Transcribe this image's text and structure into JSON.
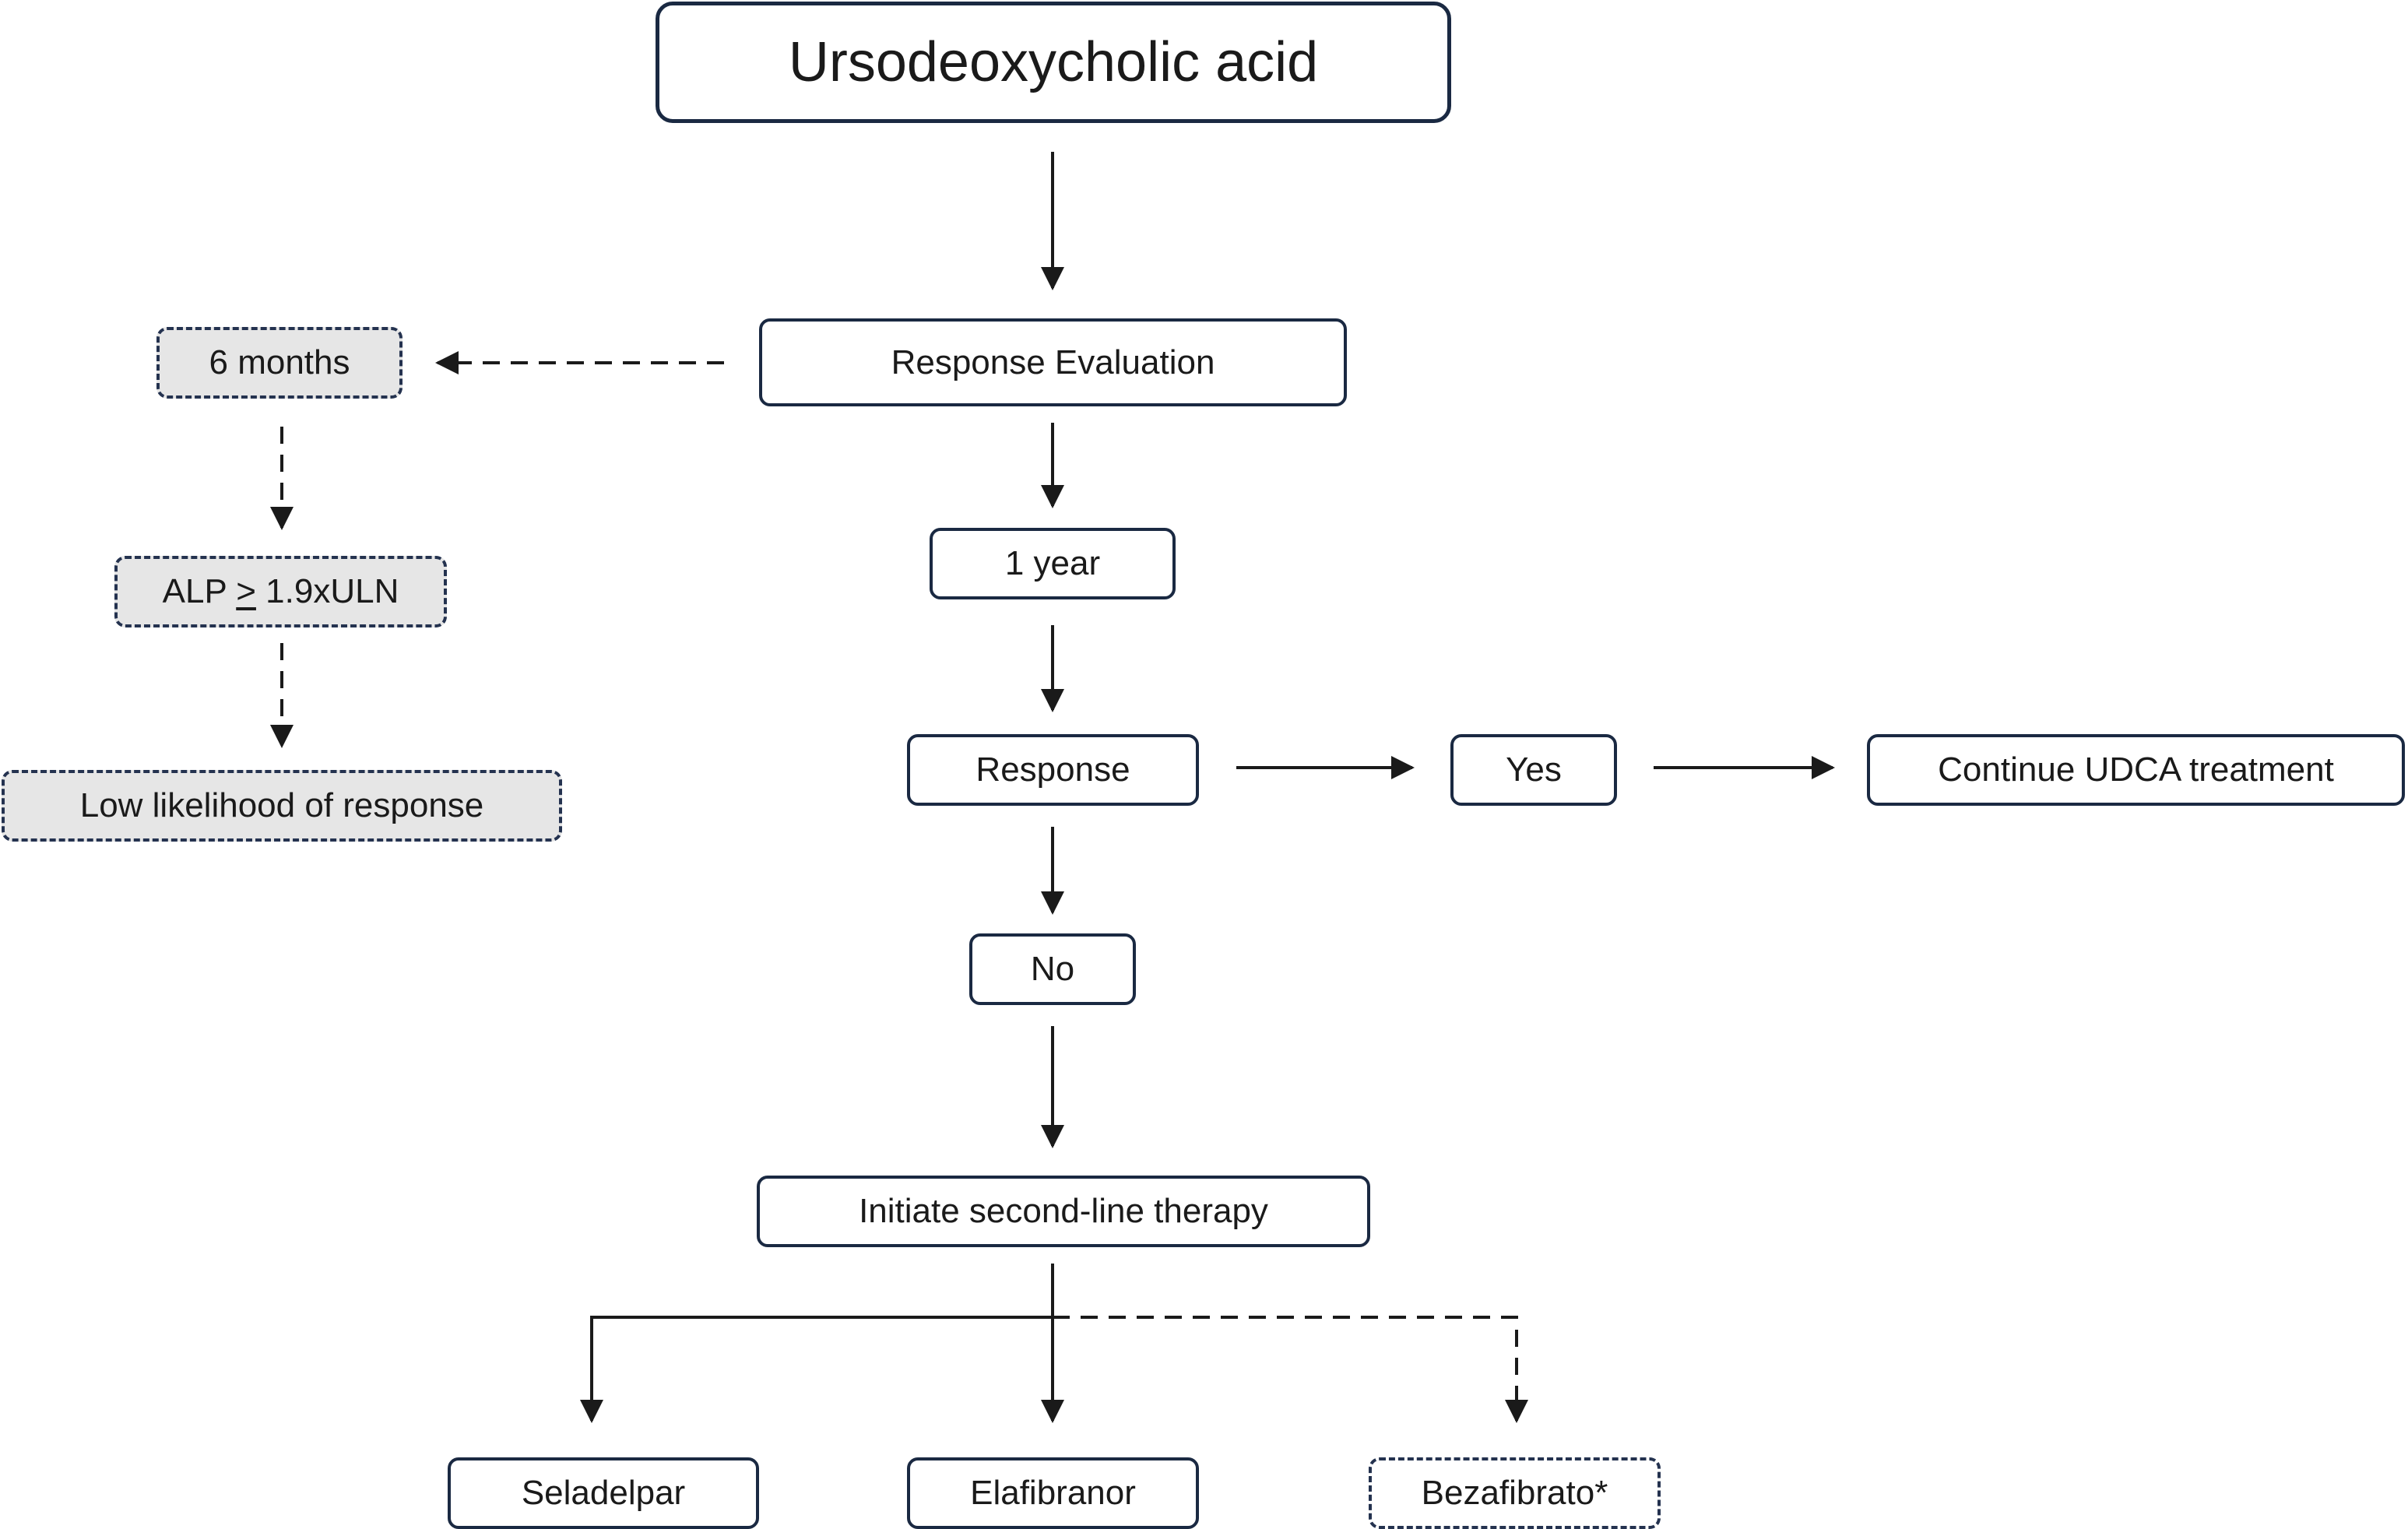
{
  "nodes": {
    "udca": "Ursodeoxycholic acid",
    "response_evaluation": "Response Evaluation",
    "six_months": "6 months",
    "alp_prefix": "ALP ",
    "alp_symbol": ">",
    "alp_suffix": " 1.9xULN",
    "low_likelihood": "Low likelihood of response",
    "one_year": "1 year",
    "response": "Response",
    "yes": "Yes",
    "continue": "Continue UDCA treatment",
    "no": "No",
    "second_line": "Initiate second-line therapy",
    "seladelpar": "Seladelpar",
    "elafibranor": "Elafibranor",
    "bezafibrato": "Bezafibrato*"
  },
  "colors": {
    "border": "#1a2942",
    "line": "#1a1a1a",
    "shaded_fill": "#e6e6e6"
  }
}
